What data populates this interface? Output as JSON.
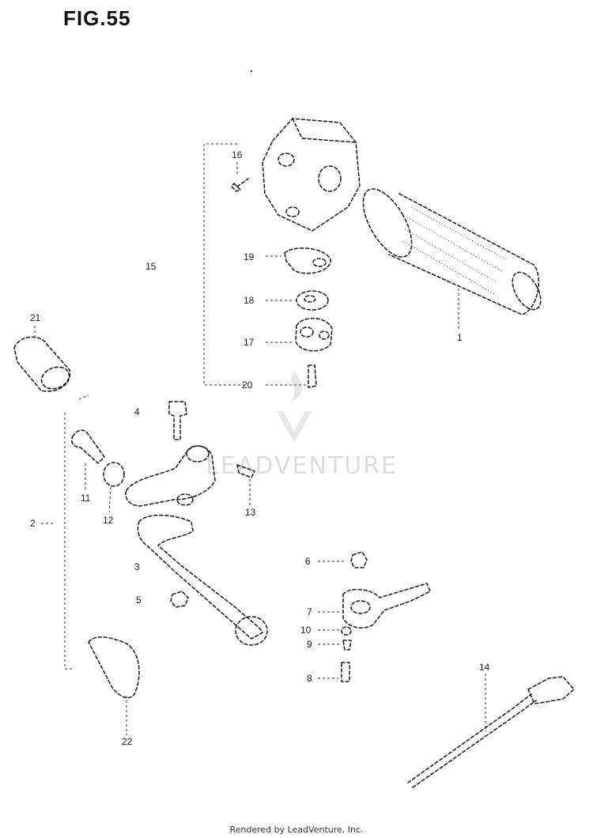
{
  "figure": {
    "title": "FIG.55"
  },
  "callouts": [
    {
      "id": "c1",
      "text": "1"
    },
    {
      "id": "c2",
      "text": "2"
    },
    {
      "id": "c3",
      "text": "3"
    },
    {
      "id": "c4",
      "text": "4"
    },
    {
      "id": "c5",
      "text": "5"
    },
    {
      "id": "c6",
      "text": "6"
    },
    {
      "id": "c7",
      "text": "7"
    },
    {
      "id": "c8",
      "text": "8"
    },
    {
      "id": "c9",
      "text": "9"
    },
    {
      "id": "c10",
      "text": "10"
    },
    {
      "id": "c11",
      "text": "11"
    },
    {
      "id": "c12",
      "text": "12"
    },
    {
      "id": "c13",
      "text": "13"
    },
    {
      "id": "c14",
      "text": "14"
    },
    {
      "id": "c15",
      "text": "15"
    },
    {
      "id": "c16",
      "text": "16"
    },
    {
      "id": "c17",
      "text": "17"
    },
    {
      "id": "c18",
      "text": "18"
    },
    {
      "id": "c19",
      "text": "19"
    },
    {
      "id": "c20",
      "text": "20"
    },
    {
      "id": "c21",
      "text": "21"
    },
    {
      "id": "c22",
      "text": "22"
    }
  ],
  "watermark": {
    "text": "LEADVENTURE"
  },
  "footer": {
    "text": "Rendered by LeadVenture, Inc."
  }
}
